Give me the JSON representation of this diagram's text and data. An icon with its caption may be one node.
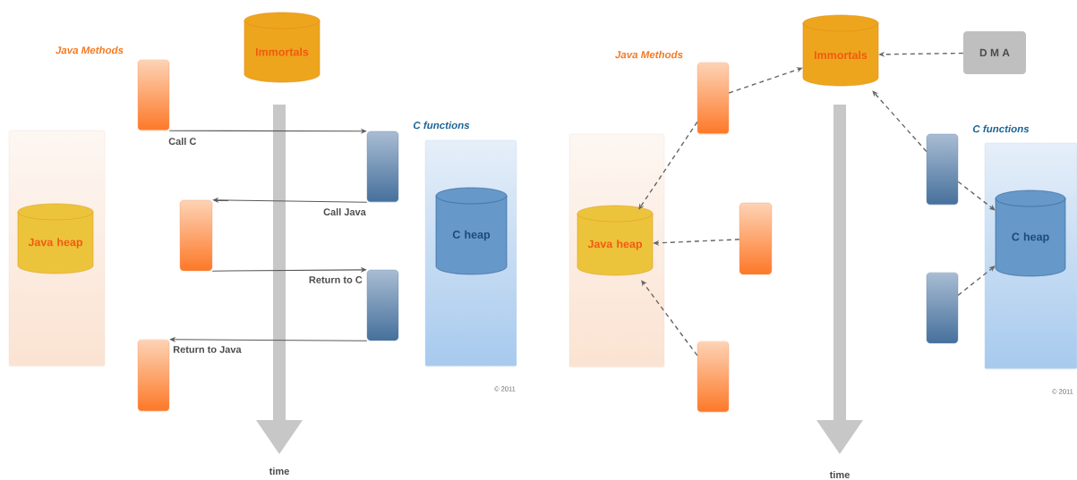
{
  "diagram": {
    "nodes": [
      {
        "text": [],
        "shape": "box"
      },
      {
        "text": [
          "Java heap"
        ],
        "in": 0
      },
      {
        "text": [
          "Immortals"
        ]
      },
      {
        "text": [],
        "shape": "bar"
      },
      {
        "text": [],
        "shape": "bar"
      },
      {
        "text": [],
        "shape": "bar"
      },
      {
        "text": [],
        "shape": "bar"
      },
      {
        "text": [],
        "shape": "bar"
      },
      {
        "text": [],
        "shape": "box"
      },
      {
        "text": [
          "C heap"
        ],
        "in": 8
      },
      {
        "text": [],
        "shape": "box"
      },
      {
        "text": [
          "Java heap"
        ],
        "in": 10
      },
      {
        "text": [
          "Immortals"
        ]
      },
      {
        "text": [
          "D M A"
        ]
      },
      {
        "text": [],
        "shape": "bar"
      },
      {
        "text": [],
        "shape": "bar"
      },
      {
        "text": [],
        "shape": "bar"
      },
      {
        "text": [],
        "shape": "bar"
      },
      {
        "text": [],
        "shape": "bar"
      },
      {
        "text": [],
        "shape": "box"
      },
      {
        "text": [
          "C heap"
        ],
        "in": 19
      }
    ],
    "edges": [
      {
        "from": 3,
        "to": 4,
        "arrow": "to",
        "label": "Call C"
      },
      {
        "from": 4,
        "to": 5,
        "arrow": "to",
        "label": "Call Java"
      },
      {
        "from": 5,
        "to": 6,
        "arrow": "to",
        "label": "Return to C"
      },
      {
        "from": 6,
        "to": 7,
        "arrow": "to",
        "label": "Return to Java"
      },
      {
        "from": 13,
        "to": 12,
        "arrow": "to",
        "style": "dashed"
      },
      {
        "from": 14,
        "to": 12,
        "arrow": "to",
        "style": "dashed"
      },
      {
        "from": 14,
        "to": 11,
        "arrow": "to",
        "style": "dashed"
      },
      {
        "from": 15,
        "to": 11,
        "arrow": "to",
        "style": "dashed"
      },
      {
        "from": 16,
        "to": 11,
        "arrow": "to",
        "style": "dashed"
      },
      {
        "from": 17,
        "to": 12,
        "arrow": "to",
        "style": "dashed"
      },
      {
        "from": 17,
        "to": 20,
        "arrow": "to",
        "style": "dashed"
      },
      {
        "from": 18,
        "to": 20,
        "arrow": "to",
        "style": "dashed"
      }
    ],
    "labels": [
      "Java Methods",
      "C functions",
      "time",
      "© 2011",
      "Java Methods",
      "C functions",
      "time",
      "© 2011"
    ]
  }
}
